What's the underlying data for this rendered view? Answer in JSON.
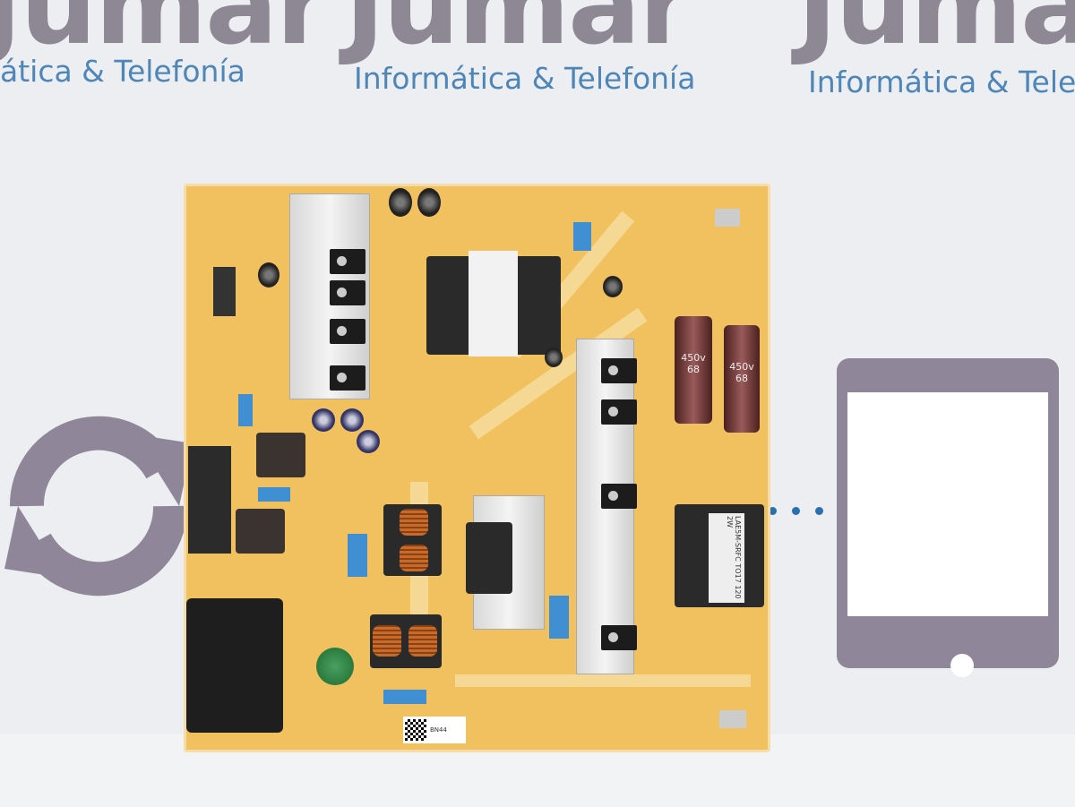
{
  "watermark": {
    "brand": "Jumar",
    "tagline": "Informática & Telefonía",
    "tagline_left_crop": "ática & Telefonía",
    "tagline_right_crop": "Informática & Telef"
  },
  "board": {
    "capacitor_label_1": "450v 68",
    "capacitor_label_2": "450v 68",
    "transformer_label": "LAE5M-SRFC TO17 120 2W",
    "sticker_text": "BN44",
    "colors": {
      "pcb": "#f0c15e",
      "background": "#eceef2",
      "icon": "#8f8799",
      "accent_dots": "#2b6fb0"
    }
  },
  "icons": [
    "refresh-icon",
    "tablet-icon",
    "dots-icon"
  ]
}
